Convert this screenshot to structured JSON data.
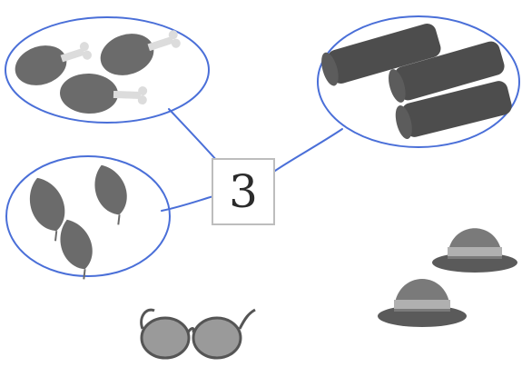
{
  "exercise": {
    "number_label": "3",
    "colors": {
      "outline": "#4a6fd8",
      "object": "#6b6b6b",
      "object_dark": "#4d4d4d",
      "box_border": "#bdbdbd"
    },
    "groups": [
      {
        "id": "drumsticks",
        "item_icon": "chicken-drumstick-icon",
        "count": 3,
        "circled": true,
        "linked_to_number": true
      },
      {
        "id": "logs",
        "item_icon": "log-icon",
        "count": 3,
        "circled": true,
        "linked_to_number": true
      },
      {
        "id": "leaves",
        "item_icon": "leaf-icon",
        "count": 3,
        "circled": true,
        "linked_to_number": true
      },
      {
        "id": "glasses",
        "item_icon": "eyeglasses-icon",
        "count": 1,
        "circled": false,
        "linked_to_number": false
      },
      {
        "id": "hats",
        "item_icon": "bowler-hat-icon",
        "count": 2,
        "circled": false,
        "linked_to_number": false
      }
    ]
  }
}
